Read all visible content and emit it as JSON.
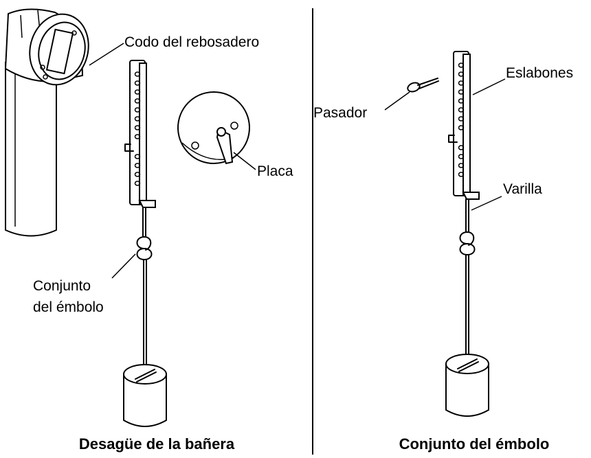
{
  "left_panel": {
    "labels": {
      "overflow_elbow": "Codo del rebosadero",
      "plate": "Placa",
      "plunger_assembly_line1": "Conjunto",
      "plunger_assembly_line2": "del émbolo"
    },
    "caption": "Desagüe de la bañera"
  },
  "right_panel": {
    "labels": {
      "pin": "Pasador",
      "links": "Eslabones",
      "rod": "Varilla"
    },
    "caption": "Conjunto del émbolo"
  }
}
